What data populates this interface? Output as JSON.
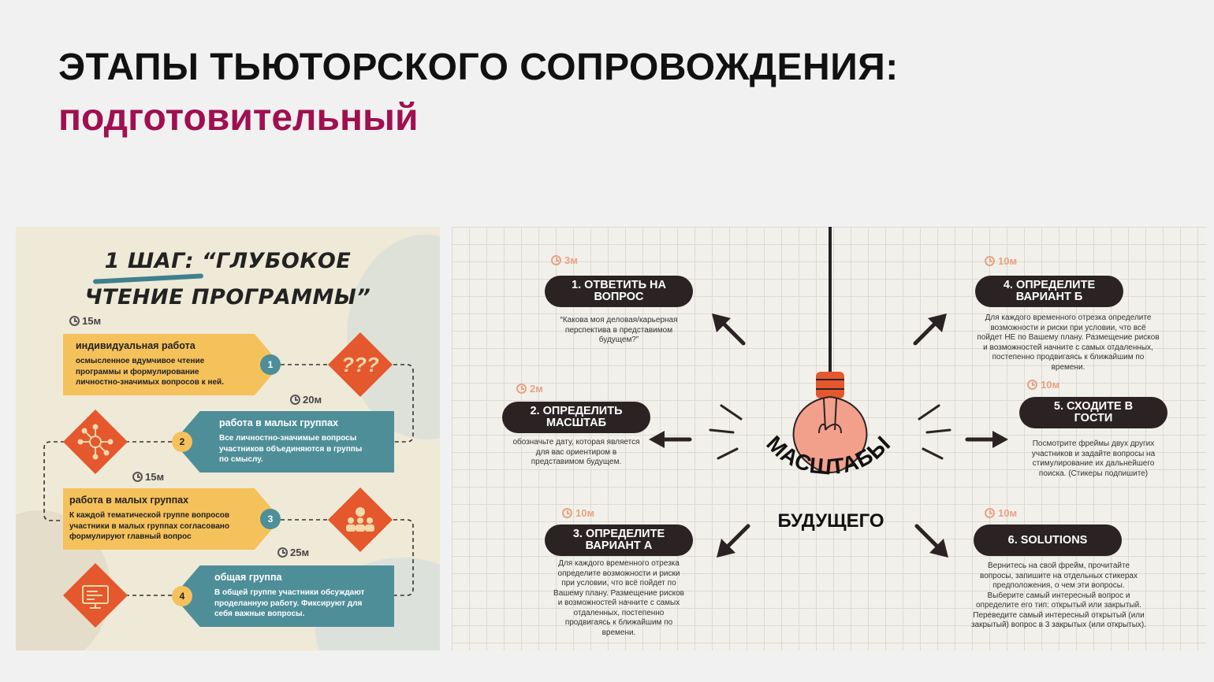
{
  "slide": {
    "title": "ЭТАПЫ ТЬЮТОРСКОГО СОПРОВОЖДЕНИЯ:",
    "subtitle": "подготовительный"
  },
  "left": {
    "title_line1": "1 ШАГ: “ГЛУБОКОЕ",
    "title_line2": "ЧТЕНИЕ ПРОГРАММЫ”",
    "steps": [
      {
        "num": "1",
        "time": "15м",
        "title": "индивидуальная работа",
        "desc": [
          "осмысленное вдумчивое чтение",
          "программы и формулирование",
          "личностно-значимых  вопросов к ней."
        ],
        "icon": "question-marks-icon",
        "icon_text": "???"
      },
      {
        "num": "2",
        "time": "20м",
        "title": "работа в малых группах",
        "desc": [
          "Все личностно-значимые вопросы",
          "участников объединяются в группы",
          "по смыслу."
        ],
        "icon": "network-icon"
      },
      {
        "num": "3",
        "time": "15м",
        "title": "работа в малых группах",
        "desc": [
          "К каждой тематической группе вопросов",
          "участники в малых группах согласовано",
          "формулируют главный вопрос"
        ],
        "icon": "group-icon"
      },
      {
        "num": "4",
        "time": "25м",
        "title": "общая группа",
        "desc": [
          "В общей группе участники обсуждают",
          "проделанную работу. Фиксируют для",
          "себя важные вопросы."
        ],
        "icon": "presentation-screen-icon"
      }
    ]
  },
  "right": {
    "center_arc_text": "МАСШТАБЫ",
    "center_text": "БУДУЩЕГО",
    "cards": [
      {
        "time": "3м",
        "title_l1": "1. ОТВЕТИТЬ НА",
        "title_l2": "ВОПРОС",
        "desc": [
          "“Какова моя деловая/карьерная",
          "перспектива в представимом",
          "будущем?”"
        ]
      },
      {
        "time": "2м",
        "title_l1": "2. ОПРЕДЕЛИТЬ",
        "title_l2": "МАСШТАБ",
        "desc": [
          "обозначьте дату, которая является",
          "для вас ориентиром в",
          "представимом будущем."
        ]
      },
      {
        "time": "10м",
        "title_l1": "3. ОПРЕДЕЛИТЕ",
        "title_l2": "ВАРИАНТ А",
        "desc": [
          "Для каждого временного отрезка",
          "определите возможности и риски",
          "при условии, что всё пойдет по",
          "Вашему плану. Размещение рисков",
          "и возможностей начните с самых",
          "отдаленных, постепенно",
          "продвигаясь к ближайшим по",
          "времени."
        ]
      },
      {
        "time": "10м",
        "title_l1": "4. ОПРЕДЕЛИТЕ",
        "title_l2": "ВАРИАНТ Б",
        "desc": [
          "Для каждого временного отрезка определите",
          "возможности и риски при условии, что всё",
          "пойдет НЕ по Вашему плану. Размещение рисков",
          "и возможностей начните с самых отдаленных,",
          "постепенно продвигаясь к ближайшим по",
          "времени."
        ]
      },
      {
        "time": "10м",
        "title_l1": "5. СХОДИТЕ В",
        "title_l2": "ГОСТИ",
        "desc": [
          "Посмотрите фреймы двух других",
          "участников и задайте вопросы на",
          "стимулирование их дальнейшего",
          "поиска. (Стикеры подпишите)"
        ]
      },
      {
        "time": "10м",
        "title_l1": "6. SOLUTIONS",
        "title_l2": "",
        "desc": [
          "Вернитесь на свой фрейм, прочитайте",
          "вопросы, запишите на отдельных стикерах",
          "предположения, о чем эти вопросы.",
          "Выберите самый интересный вопрос и",
          "определите его тип: открытый или закрытый.",
          "Переведите самый интересный открытый (или",
          "закрытый) вопрос в 3 закрытых (или открытых)."
        ]
      }
    ]
  },
  "colors": {
    "accent": "#a0104f",
    "orange": "#e5572d",
    "teal": "#4e8e99",
    "yellow": "#f5c15b",
    "pill": "#2b2323",
    "bulb": "#f2a08b"
  }
}
